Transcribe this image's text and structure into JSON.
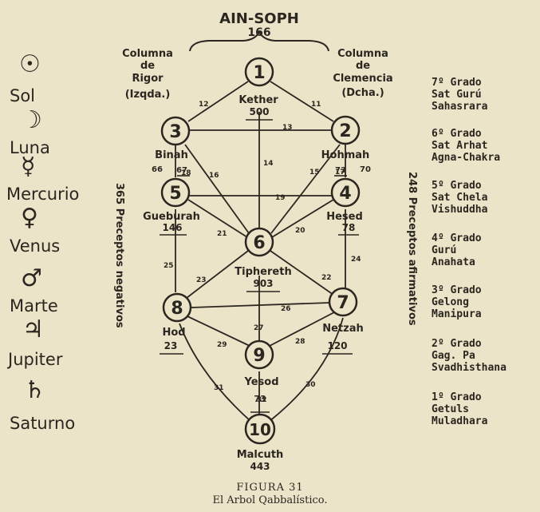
{
  "header": {
    "title": "AIN-SOPH",
    "number": "166"
  },
  "columns": {
    "left": {
      "line1": "Columna",
      "line2": "de",
      "line3": "Rigor",
      "line4": "(Izqda.)"
    },
    "right": {
      "line1": "Columna",
      "line2": "de",
      "line3": "Clemencia",
      "line4": "(Dcha.)"
    }
  },
  "side_labels": {
    "left": "365 Preceptos negativos",
    "right": "248 Preceptos afirmativos"
  },
  "sephiroth": [
    {
      "num": "1",
      "name": "Kether",
      "value": "500"
    },
    {
      "num": "2",
      "name": "Hohmah",
      "value": "73"
    },
    {
      "num": "3",
      "name": "Binah",
      "value": "67"
    },
    {
      "num": "4",
      "name": "Hesed",
      "value": "78"
    },
    {
      "num": "5",
      "name": "Gueburah",
      "value": "146"
    },
    {
      "num": "6",
      "name": "Tiphereth",
      "value": "903"
    },
    {
      "num": "7",
      "name": "Netzah",
      "value": "120"
    },
    {
      "num": "8",
      "name": "Hod",
      "value": "23"
    },
    {
      "num": "9",
      "name": "Yesod",
      "value": "73"
    },
    {
      "num": "10",
      "name": "Malcuth",
      "value": "443"
    }
  ],
  "side_numbers": {
    "n66": "66",
    "n70": "70"
  },
  "paths": [
    "11",
    "12",
    "13",
    "14",
    "15",
    "16",
    "17",
    "18",
    "19",
    "20",
    "21",
    "22",
    "23",
    "24",
    "25",
    "26",
    "27",
    "28",
    "29",
    "30",
    "31",
    "32"
  ],
  "planets": [
    {
      "symbol": "☉",
      "name": "Sol"
    },
    {
      "symbol": "☽",
      "name": "Luna"
    },
    {
      "symbol": "☿",
      "name": "Mercurio"
    },
    {
      "symbol": "♀",
      "name": "Venus"
    },
    {
      "symbol": "♂",
      "name": "Marte"
    },
    {
      "symbol": "♃",
      "name": "Jupiter"
    },
    {
      "symbol": "♄",
      "name": "Saturno"
    }
  ],
  "grades": [
    {
      "line1": "7º Grado",
      "line2": "Sat Gurú",
      "line3": "Sahasrara"
    },
    {
      "line1": "6º Grado",
      "line2": "Sat Arhat",
      "line3": "Agna-Chakra"
    },
    {
      "line1": "5º Grado",
      "line2": "Sat Chela",
      "line3": "Vishuddha"
    },
    {
      "line1": "4º Grado",
      "line2": "Gurú",
      "line3": "Anahata"
    },
    {
      "line1": "3º Grado",
      "line2": "Gelong",
      "line3": "Manipura"
    },
    {
      "line1": "2º Grado",
      "line2": "Gag. Pa",
      "line3": "Svadhisthana"
    },
    {
      "line1": "1º Grado",
      "line2": "Getuls",
      "line3": "Muladhara"
    }
  ],
  "caption": {
    "figure": "FIGURA 31",
    "title": "El Arbol Qabbalístico."
  }
}
